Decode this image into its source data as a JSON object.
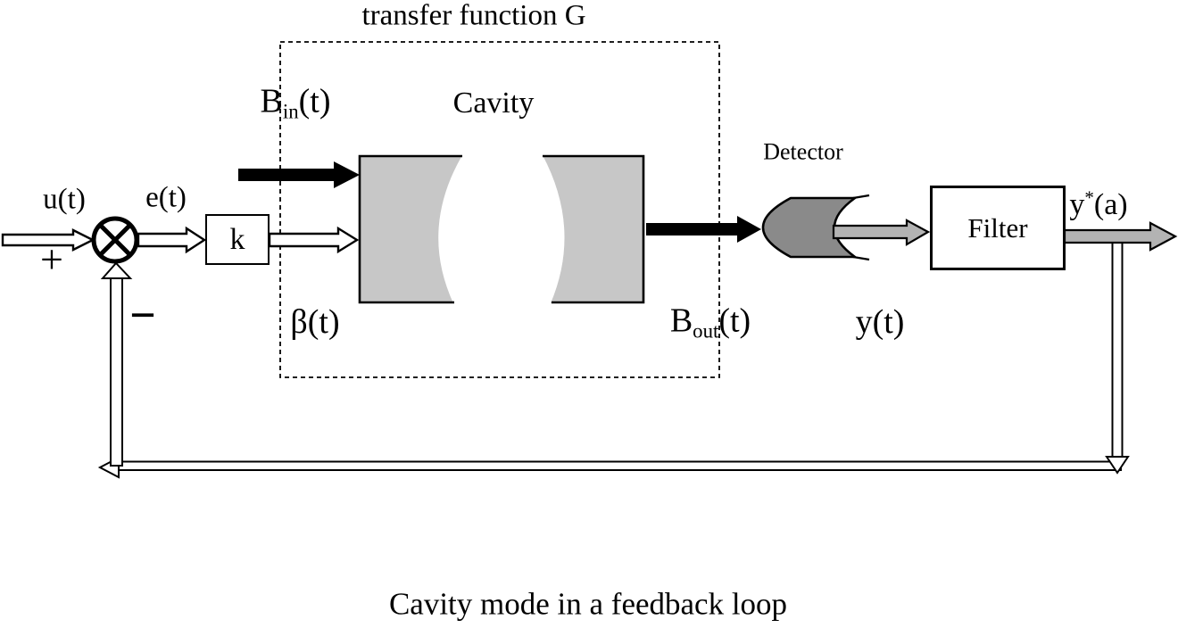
{
  "diagram": {
    "title": "transfer function G",
    "caption": "Cavity mode in a feedback loop",
    "labels": {
      "input_signal": "u(t)",
      "plus_sign": "+",
      "minus_sign": "−",
      "error_signal": "e(t)",
      "gain_block": "k",
      "beam_in": {
        "base": "B",
        "sub": "in",
        "rest": "(t)"
      },
      "beta": "β(t)",
      "cavity": "Cavity",
      "beam_out": {
        "base": "B",
        "sub": "out",
        "rest": "(t)"
      },
      "detector": "Detector",
      "detector_output": "y(t)",
      "filter_block": "Filter",
      "output_signal": {
        "base": "y",
        "sup": "*",
        "rest": "(a)"
      }
    },
    "colors": {
      "mirror_fill": "#c7c7c7",
      "detector_fill": "#8a8a8a",
      "gray_arrow_fill": "#b3b3b3",
      "line": "#000000"
    }
  }
}
